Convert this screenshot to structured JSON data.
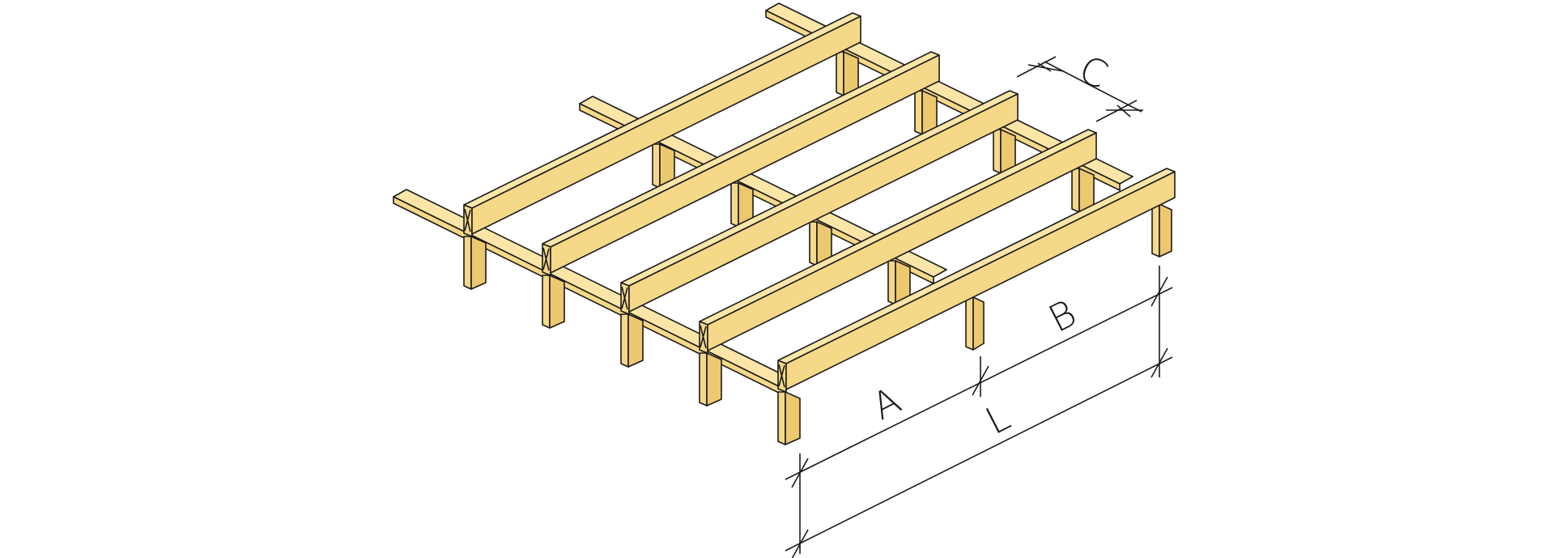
{
  "diagram": {
    "labels": {
      "a": "A",
      "b": "B",
      "c": "C",
      "l": "L"
    },
    "colors": {
      "wood_top": "#fbe6a8",
      "wood_side": "#f6d889",
      "wood_dark": "#ecc86e",
      "stroke": "#1a1a1a",
      "background": "#ffffff"
    }
  }
}
